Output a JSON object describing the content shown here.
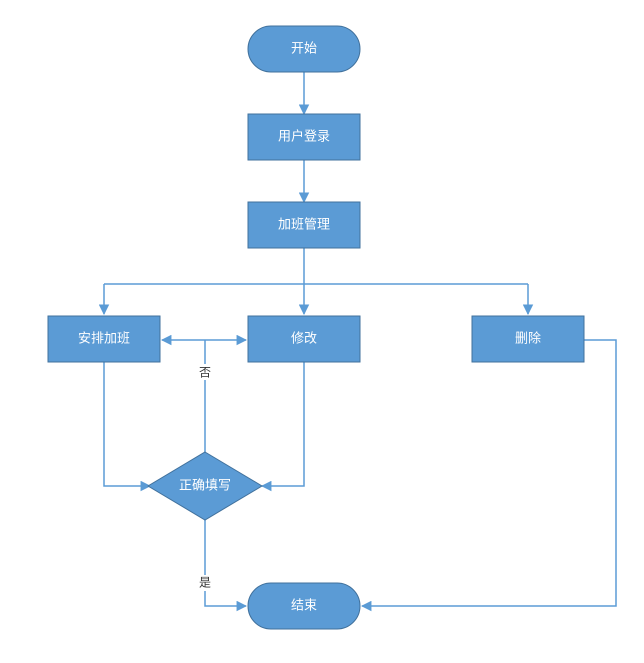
{
  "diagram": {
    "nodes": {
      "start": {
        "label": "开始",
        "shape": "terminator"
      },
      "login": {
        "label": "用户登录",
        "shape": "process"
      },
      "overtime_manage": {
        "label": "加班管理",
        "shape": "process"
      },
      "schedule_overtime": {
        "label": "安排加班",
        "shape": "process"
      },
      "modify": {
        "label": "修改",
        "shape": "process"
      },
      "delete": {
        "label": "删除",
        "shape": "process"
      },
      "validate": {
        "label": "正确填写",
        "shape": "decision"
      },
      "end": {
        "label": "结束",
        "shape": "terminator"
      }
    },
    "edges": {
      "start_to_login": {
        "from": "start",
        "to": "login",
        "label": ""
      },
      "login_to_manage": {
        "from": "login",
        "to": "overtime_manage",
        "label": ""
      },
      "manage_to_schedule": {
        "from": "overtime_manage",
        "to": "schedule_overtime",
        "label": ""
      },
      "manage_to_modify": {
        "from": "overtime_manage",
        "to": "modify",
        "label": ""
      },
      "manage_to_delete": {
        "from": "overtime_manage",
        "to": "delete",
        "label": ""
      },
      "schedule_to_validate": {
        "from": "schedule_overtime",
        "to": "validate",
        "label": ""
      },
      "modify_to_validate": {
        "from": "modify",
        "to": "validate",
        "label": ""
      },
      "validate_to_schedule_and_modify_no": {
        "from": "validate",
        "to": "schedule_overtime/modify",
        "label": "否"
      },
      "validate_to_end_yes": {
        "from": "validate",
        "to": "end",
        "label": "是"
      },
      "delete_to_end": {
        "from": "delete",
        "to": "end",
        "label": ""
      }
    },
    "colors": {
      "node_fill": "#5b9bd5",
      "node_stroke": "#41719c",
      "edge": "#5b9bd5",
      "node_text": "#ffffff",
      "edge_label": "#333333"
    }
  }
}
